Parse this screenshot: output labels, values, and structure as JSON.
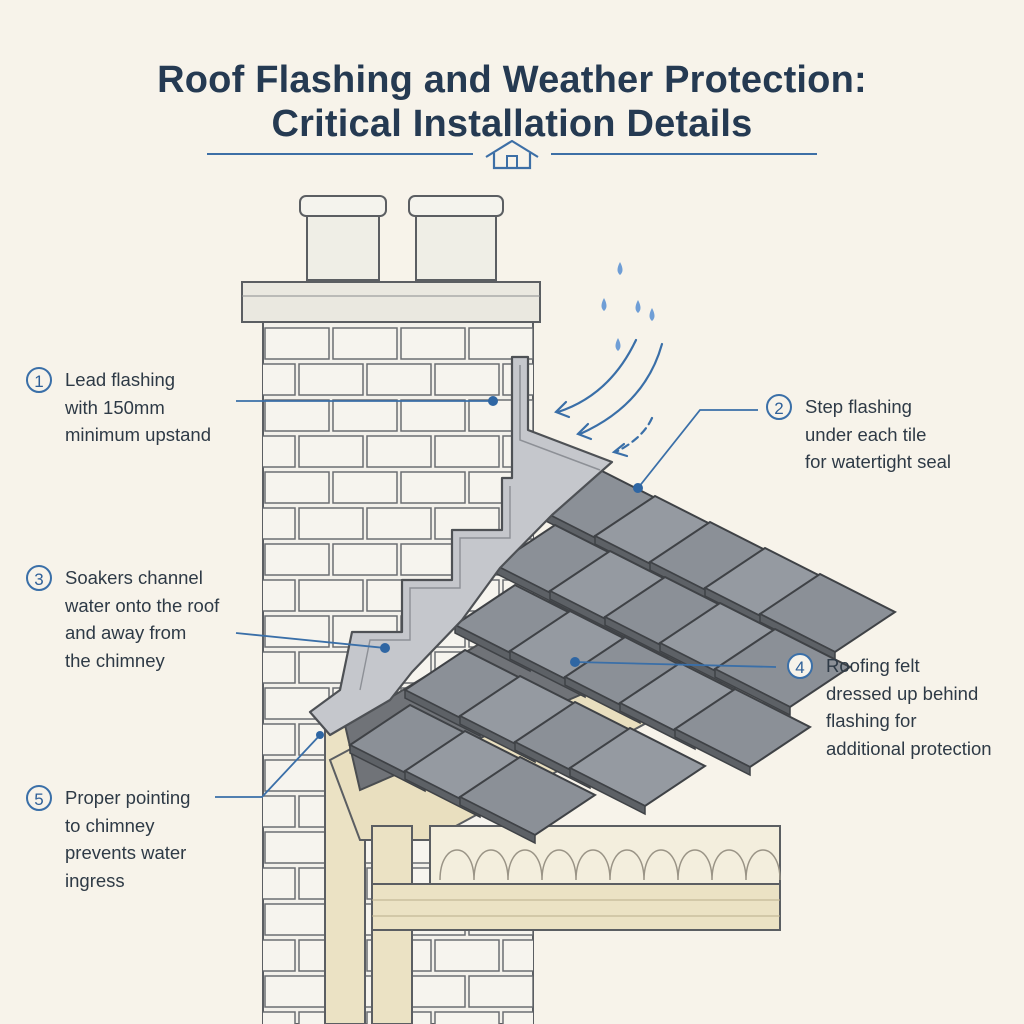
{
  "title": {
    "line1": "Roof Flashing and Weather Protection:",
    "line2": "Critical Installation Details"
  },
  "header_icon": "house-outline-icon",
  "colors": {
    "background": "#f7f3ea",
    "title": "#253a52",
    "accent_blue": "#3a6fa8",
    "brick": "#f2f0ea",
    "flashing": "#c3c5ca",
    "tile": "#8f949a",
    "timber": "#ece3c7"
  },
  "callouts": [
    {
      "number": "1",
      "lines": [
        "Lead flashing",
        "with 150mm",
        "minimum upstand"
      ]
    },
    {
      "number": "2",
      "lines": [
        "Step flashing",
        "under each tile",
        "for watertight seal"
      ]
    },
    {
      "number": "3",
      "lines": [
        "Soakers channel",
        "water onto the roof",
        "and away from",
        "the chimney"
      ]
    },
    {
      "number": "4",
      "lines": [
        "Roofing felt",
        "dressed up behind",
        "flashing for",
        "additional protection"
      ]
    },
    {
      "number": "5",
      "lines": [
        "Proper pointing",
        "to chimney",
        "prevents water",
        "ingress"
      ]
    }
  ]
}
